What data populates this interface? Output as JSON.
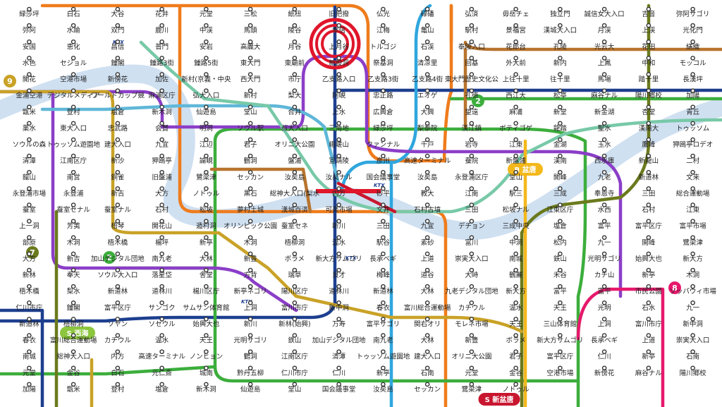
{
  "map": {
    "lines": [
      {
        "name": "line-1",
        "color": "#1d3f8f"
      },
      {
        "name": "line-2",
        "color": "#3cae3c"
      },
      {
        "name": "line-3",
        "color": "#ef7c1c"
      },
      {
        "name": "line-4",
        "color": "#2fa6de"
      },
      {
        "name": "line-5",
        "color": "#8b3ec7"
      },
      {
        "name": "line-6",
        "color": "#b8742d"
      },
      {
        "name": "line-7",
        "color": "#6b7a1d"
      },
      {
        "name": "line-8",
        "color": "#e6186c"
      },
      {
        "name": "line-9",
        "color": "#c9a227"
      },
      {
        "name": "airport-railroad",
        "color": "#5fb7d8"
      },
      {
        "name": "gyeongui-jungang",
        "color": "#78c9a8"
      },
      {
        "name": "suin-bundang",
        "color": "#f3b81b"
      },
      {
        "name": "shinbundang",
        "color": "#c9162f"
      }
    ],
    "badges": [
      {
        "id": "b9",
        "text": "9",
        "color": "#c9a227"
      },
      {
        "id": "b7",
        "text": "7",
        "color": "#6b7a1d"
      },
      {
        "id": "b2a",
        "text": "2",
        "color": "#3cae3c"
      },
      {
        "id": "b2b",
        "text": "2",
        "color": "#3cae3c"
      },
      {
        "id": "b8",
        "text": "8",
        "color": "#e6186c"
      }
    ],
    "pills": [
      {
        "id": "p_bundang",
        "text": "B 盆唐",
        "color": "#f3b81b"
      },
      {
        "id": "p_seohae",
        "text": "S 西海",
        "color": "#8cc63f"
      },
      {
        "id": "p_sinbundang",
        "text": "S 新盆唐",
        "color": "#c9162f"
      }
    ],
    "markers": [
      {
        "id": "ktx1",
        "text": "KTX"
      },
      {
        "id": "ktx2",
        "text": "KTX"
      },
      {
        "id": "ktx3",
        "text": "KTX"
      },
      {
        "id": "ktx4",
        "text": "KTX"
      }
    ],
    "stations": [
      {
        "t": "緑莎坪"
      },
      {
        "t": "白石"
      },
      {
        "t": "大谷"
      },
      {
        "t": "花井"
      },
      {
        "t": "元堂"
      },
      {
        "t": "三松"
      },
      {
        "t": "紙杻"
      },
      {
        "t": "旧把撥"
      },
      {
        "t": "仏光"
      },
      {
        "t": "碌磻"
      },
      {
        "t": "弘済"
      },
      {
        "t": "毋岳チェ"
      },
      {
        "t": "独立門"
      },
      {
        "t": "誠信女大入口"
      },
      {
        "t": "吉音"
      },
      {
        "t": "弥阿サゴリ"
      },
      {
        "t": "弥阿"
      },
      {
        "t": "水踰"
      },
      {
        "t": "双門"
      },
      {
        "t": "鹿川"
      },
      {
        "t": "中渓"
      },
      {
        "t": "馬頭"
      },
      {
        "t": "陵谷"
      },
      {
        "t": "幸信"
      },
      {
        "t": "江梅"
      },
      {
        "t": "亀山"
      },
      {
        "t": "駅村"
      },
      {
        "t": "景福宮"
      },
      {
        "t": "漢城大入口"
      },
      {
        "t": "月渓"
      },
      {
        "t": "上渓"
      },
      {
        "t": "光化門"
      },
      {
        "t": "安国"
      },
      {
        "t": "恵化"
      },
      {
        "t": "昌信"
      },
      {
        "t": "普門"
      },
      {
        "t": "安岩"
      },
      {
        "t": "高麗大"
      },
      {
        "t": "月谷"
      },
      {
        "t": "上月谷"
      },
      {
        "t": "トルゴジ"
      },
      {
        "t": "石渓"
      },
      {
        "t": "泰陵入口"
      },
      {
        "t": "花郎台"
      },
      {
        "t": "孔陵"
      },
      {
        "t": "光云大"
      },
      {
        "t": "花田"
      },
      {
        "t": "繕織"
      },
      {
        "t": "水色"
      },
      {
        "t": "セジョル"
      },
      {
        "t": "鍾閣"
      },
      {
        "t": "鍾路3街"
      },
      {
        "t": "鍾路5街"
      },
      {
        "t": "東大門"
      },
      {
        "t": "東廟前"
      },
      {
        "t": "新設洞"
      },
      {
        "t": "祭基洞"
      },
      {
        "t": "清凉里"
      },
      {
        "t": "回基"
      },
      {
        "t": "外大前"
      },
      {
        "t": "新内"
      },
      {
        "t": "上鳳"
      },
      {
        "t": "中和"
      },
      {
        "t": "モッコル"
      },
      {
        "t": "開花"
      },
      {
        "t": "空港市場"
      },
      {
        "t": "新傍花"
      },
      {
        "t": "加佐"
      },
      {
        "t": "新村(京義・中央)"
      },
      {
        "t": "西大門"
      },
      {
        "t": "市庁"
      },
      {
        "t": "乙支路入口"
      },
      {
        "t": "乙支路3街"
      },
      {
        "t": "乙支路4街"
      },
      {
        "t": "東大門歴史文化公園"
      },
      {
        "t": "上往十里"
      },
      {
        "t": "往十里"
      },
      {
        "t": "馬場"
      },
      {
        "t": "踏十里"
      },
      {
        "t": "長漢坪"
      },
      {
        "t": "金浦空港"
      },
      {
        "t": "デジタルメディアシティ"
      },
      {
        "t": "ワールドカップ競技場"
      },
      {
        "t": "麻浦区庁"
      },
      {
        "t": "弘大入口"
      },
      {
        "t": "新村"
      },
      {
        "t": "梨大"
      },
      {
        "t": "阿峴"
      },
      {
        "t": "忠正路"
      },
      {
        "t": "エオゲ"
      },
      {
        "t": "孔徳"
      },
      {
        "t": "西江大"
      },
      {
        "t": "松亭"
      },
      {
        "t": "麻谷ナル"
      },
      {
        "t": "陽川郷校"
      },
      {
        "t": "加陽"
      },
      {
        "t": "甑米"
      },
      {
        "t": "登村"
      },
      {
        "t": "塩倉"
      },
      {
        "t": "新木洞"
      },
      {
        "t": "仙遊島"
      },
      {
        "t": "堂山"
      },
      {
        "t": "合井"
      },
      {
        "t": "上水"
      },
      {
        "t": "広興倉"
      },
      {
        "t": "大興"
      },
      {
        "t": "望遠"
      },
      {
        "t": "麻浦"
      },
      {
        "t": "新堂"
      },
      {
        "t": "新金湖"
      },
      {
        "t": "杏堂"
      },
      {
        "t": "青丘"
      },
      {
        "t": "薬水"
      },
      {
        "t": "東大入口"
      },
      {
        "t": "忠武路"
      },
      {
        "t": "会賢"
      },
      {
        "t": "明洞"
      },
      {
        "t": "ソウル駅"
      },
      {
        "t": "叔大入口"
      },
      {
        "t": "三角地"
      },
      {
        "t": "緑莎坪"
      },
      {
        "t": "梨泰院"
      },
      {
        "t": "漢江鎮"
      },
      {
        "t": "ボティゴゲ"
      },
      {
        "t": "龍踏"
      },
      {
        "t": "聖水"
      },
      {
        "t": "漢陽大"
      },
      {
        "t": "トゥッソム"
      },
      {
        "t": "ソウルの森"
      },
      {
        "t": "トゥッソム遊園地"
      },
      {
        "t": "建大入口"
      },
      {
        "t": "九宜"
      },
      {
        "t": "江辺"
      },
      {
        "t": "君子"
      },
      {
        "t": "オリニ大公園"
      },
      {
        "t": "峨嵯山"
      },
      {
        "t": "クァンナル"
      },
      {
        "t": "千戸"
      },
      {
        "t": "岩寺"
      },
      {
        "t": "江東"
      },
      {
        "t": "金湖"
      },
      {
        "t": "玉水"
      },
      {
        "t": "鷹峰"
      },
      {
        "t": "狎鴎亭ロデオ"
      },
      {
        "t": "清潭"
      },
      {
        "t": "江南区庁"
      },
      {
        "t": "新沙"
      },
      {
        "t": "狎鴎亭"
      },
      {
        "t": "論峴"
      },
      {
        "t": "鶴洞"
      },
      {
        "t": "盤浦"
      },
      {
        "t": "宣靖陵"
      },
      {
        "t": "彦州"
      },
      {
        "t": "高速ターミナル"
      },
      {
        "t": "蚕院"
      },
      {
        "t": "新盤浦"
      },
      {
        "t": "漢南"
      },
      {
        "t": "西氷庫"
      },
      {
        "t": "新龍山"
      },
      {
        "t": "二村"
      },
      {
        "t": "龍山"
      },
      {
        "t": "南営"
      },
      {
        "t": "銅雀"
      },
      {
        "t": "旧盤浦"
      },
      {
        "t": "鷺梁津"
      },
      {
        "t": "セッカン"
      },
      {
        "t": "汝矣島"
      },
      {
        "t": "汝矣ナル"
      },
      {
        "t": "国会議事堂"
      },
      {
        "t": "汝矣島"
      },
      {
        "t": "永登浦区庁"
      },
      {
        "t": "堂山"
      },
      {
        "t": "開峰"
      },
      {
        "t": "九老"
      },
      {
        "t": "新道林"
      },
      {
        "t": "文来"
      },
      {
        "t": "永登浦市場"
      },
      {
        "t": "永登浦"
      },
      {
        "t": "新吉"
      },
      {
        "t": "大方"
      },
      {
        "t": "ノドゥル"
      },
      {
        "t": "黒石"
      },
      {
        "t": "総神大入口(梨水)"
      },
      {
        "t": "内方"
      },
      {
        "t": "砂平"
      },
      {
        "t": "教大"
      },
      {
        "t": "江南"
      },
      {
        "t": "駅三"
      },
      {
        "t": "三成"
      },
      {
        "t": "奉恩寺"
      },
      {
        "t": "三田"
      },
      {
        "t": "総合運動場"
      },
      {
        "t": "蚕室"
      },
      {
        "t": "蚕室セナル"
      },
      {
        "t": "蚕室ナル"
      },
      {
        "t": "石村"
      },
      {
        "t": "松坡"
      },
      {
        "t": "夢村土城"
      },
      {
        "t": "漢城百済"
      },
      {
        "t": "可楽市場"
      },
      {
        "t": "文井"
      },
      {
        "t": "石村古墳"
      },
      {
        "t": "三田"
      },
      {
        "t": "松坡ナル"
      },
      {
        "t": "江東区庁"
      },
      {
        "t": "水西"
      },
      {
        "t": "石村"
      },
      {
        "t": "江東"
      },
      {
        "t": "上一洞"
      },
      {
        "t": "芳荑"
      },
      {
        "t": "梧琴"
      },
      {
        "t": "開花山"
      },
      {
        "t": "遁村洞"
      },
      {
        "t": "オリンピック公園"
      },
      {
        "t": "蚕室セネ"
      },
      {
        "t": "新川"
      },
      {
        "t": "三田"
      },
      {
        "t": "九宜"
      },
      {
        "t": "デチョン"
      },
      {
        "t": "三成中央"
      },
      {
        "t": "塩倉"
      },
      {
        "t": "富平"
      },
      {
        "t": "富平区庁"
      },
      {
        "t": "富平市場"
      },
      {
        "t": "部原"
      },
      {
        "t": "木洞"
      },
      {
        "t": "梧木橋"
      },
      {
        "t": "楊坪"
      },
      {
        "t": "新亭"
      },
      {
        "t": "木洞"
      },
      {
        "t": "梧柳洞"
      },
      {
        "t": "温水"
      },
      {
        "t": "駅谷"
      },
      {
        "t": "素砂"
      },
      {
        "t": "富川"
      },
      {
        "t": "中洞"
      },
      {
        "t": "松内"
      },
      {
        "t": "九一"
      },
      {
        "t": "開峰"
      },
      {
        "t": "鷺梁津"
      },
      {
        "t": "大方"
      },
      {
        "t": "新吉"
      },
      {
        "t": "加山デジタル団地"
      },
      {
        "t": "南九老"
      },
      {
        "t": "大林"
      },
      {
        "t": "新豊"
      },
      {
        "t": "ボラメ"
      },
      {
        "t": "新大方サムゴリ"
      },
      {
        "t": "長承ベギ"
      },
      {
        "t": "上道"
      },
      {
        "t": "崇実大入口"
      },
      {
        "t": "南城"
      },
      {
        "t": "鉄山"
      },
      {
        "t": "光明サゴリ"
      },
      {
        "t": "始興大也"
      },
      {
        "t": "新大方"
      },
      {
        "t": "新林"
      },
      {
        "t": "奉天"
      },
      {
        "t": "ソウル大入口"
      },
      {
        "t": "落星垈"
      },
      {
        "t": "舎堂"
      },
      {
        "t": "方背"
      },
      {
        "t": "瑞草"
      },
      {
        "t": "良才"
      },
      {
        "t": "梅峰"
      },
      {
        "t": "道谷"
      },
      {
        "t": "大峙"
      },
      {
        "t": "鶴麗"
      },
      {
        "t": "禾谷"
      },
      {
        "t": "カチ山"
      },
      {
        "t": "新亭"
      },
      {
        "t": "木洞"
      },
      {
        "t": "梧木橋"
      },
      {
        "t": "梨水"
      },
      {
        "t": "新道林"
      },
      {
        "t": "道林川"
      },
      {
        "t": "楊川区庁"
      },
      {
        "t": "新亭ネゴリ"
      },
      {
        "t": "陽川区庁"
      },
      {
        "t": "道林川"
      },
      {
        "t": "新道林"
      },
      {
        "t": "大林"
      },
      {
        "t": "九老デジタル団地"
      },
      {
        "t": "新大方"
      },
      {
        "t": "富平"
      },
      {
        "t": "富平"
      },
      {
        "t": "市民公園"
      },
      {
        "t": "ソッパウィ市場"
      },
      {
        "t": "仁川市庁"
      },
      {
        "t": "鍾閣"
      },
      {
        "t": "富平区庁"
      },
      {
        "t": "サンゴク"
      },
      {
        "t": "サムサン体育館"
      },
      {
        "t": "上洞"
      },
      {
        "t": "富川市庁"
      },
      {
        "t": "新中洞"
      },
      {
        "t": "春衣"
      },
      {
        "t": "富川総合運動場"
      },
      {
        "t": "カチウル"
      },
      {
        "t": "温水"
      },
      {
        "t": "天王"
      },
      {
        "t": "光明"
      },
      {
        "t": "石水"
      },
      {
        "t": "九一"
      },
      {
        "t": "新道林"
      },
      {
        "t": "梧柳洞"
      },
      {
        "t": "ソヤン"
      },
      {
        "t": "ソセウル"
      },
      {
        "t": "始興大也"
      },
      {
        "t": "新川"
      },
      {
        "t": "新林(始興)"
      },
      {
        "t": "万寿"
      },
      {
        "t": "富平サゴリ"
      },
      {
        "t": "関右オリ"
      },
      {
        "t": "モレネ市場"
      },
      {
        "t": "天王"
      },
      {
        "t": "三山体育館"
      },
      {
        "t": "上洞"
      },
      {
        "t": "富川市庁"
      },
      {
        "t": "新中洞"
      },
      {
        "t": "春衣"
      },
      {
        "t": "富川総合運動場"
      },
      {
        "t": "カチウル"
      },
      {
        "t": "温水"
      },
      {
        "t": "天王"
      },
      {
        "t": "光明サゴリ"
      },
      {
        "t": "鉄山"
      },
      {
        "t": "加山デジタル団地"
      },
      {
        "t": "南九老"
      },
      {
        "t": "大林"
      },
      {
        "t": "新豊"
      },
      {
        "t": "ボラメ"
      },
      {
        "t": "新大方サムゴリ"
      },
      {
        "t": "長承ベギ"
      },
      {
        "t": "上道"
      },
      {
        "t": "崇実大入口"
      },
      {
        "t": "南城"
      },
      {
        "t": "総神大入口"
      },
      {
        "t": "内方"
      },
      {
        "t": "高速ターミナル"
      },
      {
        "t": "ノンヒョン"
      },
      {
        "t": "鶴洞"
      },
      {
        "t": "江南区庁"
      },
      {
        "t": "清潭"
      },
      {
        "t": "トゥッソム遊園地"
      },
      {
        "t": "建大入口"
      },
      {
        "t": "オリニ大公園"
      },
      {
        "t": "君子"
      },
      {
        "t": "富平区庁"
      },
      {
        "t": "仁川"
      },
      {
        "t": "新亭"
      },
      {
        "t": "石南"
      },
      {
        "t": "元堂"
      },
      {
        "t": "金谷"
      },
      {
        "t": "白石"
      },
      {
        "t": "元仁斎"
      },
      {
        "t": "城南"
      },
      {
        "t": "黔丹五柳"
      },
      {
        "t": "仁川市庁"
      },
      {
        "t": "仁川"
      },
      {
        "t": "新亭"
      },
      {
        "t": "石南"
      },
      {
        "t": "元堂"
      },
      {
        "t": "金谷"
      },
      {
        "t": "空港市場"
      },
      {
        "t": "新傍花"
      },
      {
        "t": "麻谷ナル"
      },
      {
        "t": "陽川郷校"
      },
      {
        "t": "加陽"
      },
      {
        "t": "甑米"
      },
      {
        "t": "登村"
      },
      {
        "t": "塩倉"
      },
      {
        "t": "新木洞"
      },
      {
        "t": "仙遊島"
      },
      {
        "t": "堂山"
      },
      {
        "t": "国会議事堂"
      },
      {
        "t": "汝矣島"
      },
      {
        "t": "セッカン"
      },
      {
        "t": "鷺梁津"
      },
      {
        "t": "ノドゥル"
      }
    ]
  }
}
